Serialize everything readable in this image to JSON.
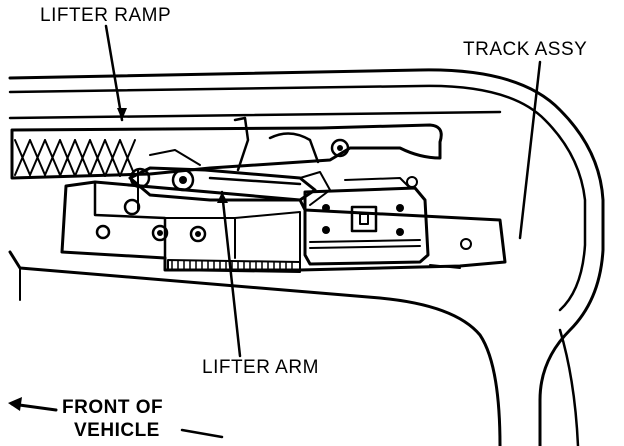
{
  "labels": {
    "lifter_ramp": "LIFTER RAMP",
    "track_assy": "TRACK ASSY",
    "lifter_arm": "LIFTER ARM",
    "front_of_line1": "FRONT OF",
    "front_of_line2": "VEHICLE"
  },
  "colors": {
    "ink": "#000000",
    "paper": "#ffffff"
  }
}
